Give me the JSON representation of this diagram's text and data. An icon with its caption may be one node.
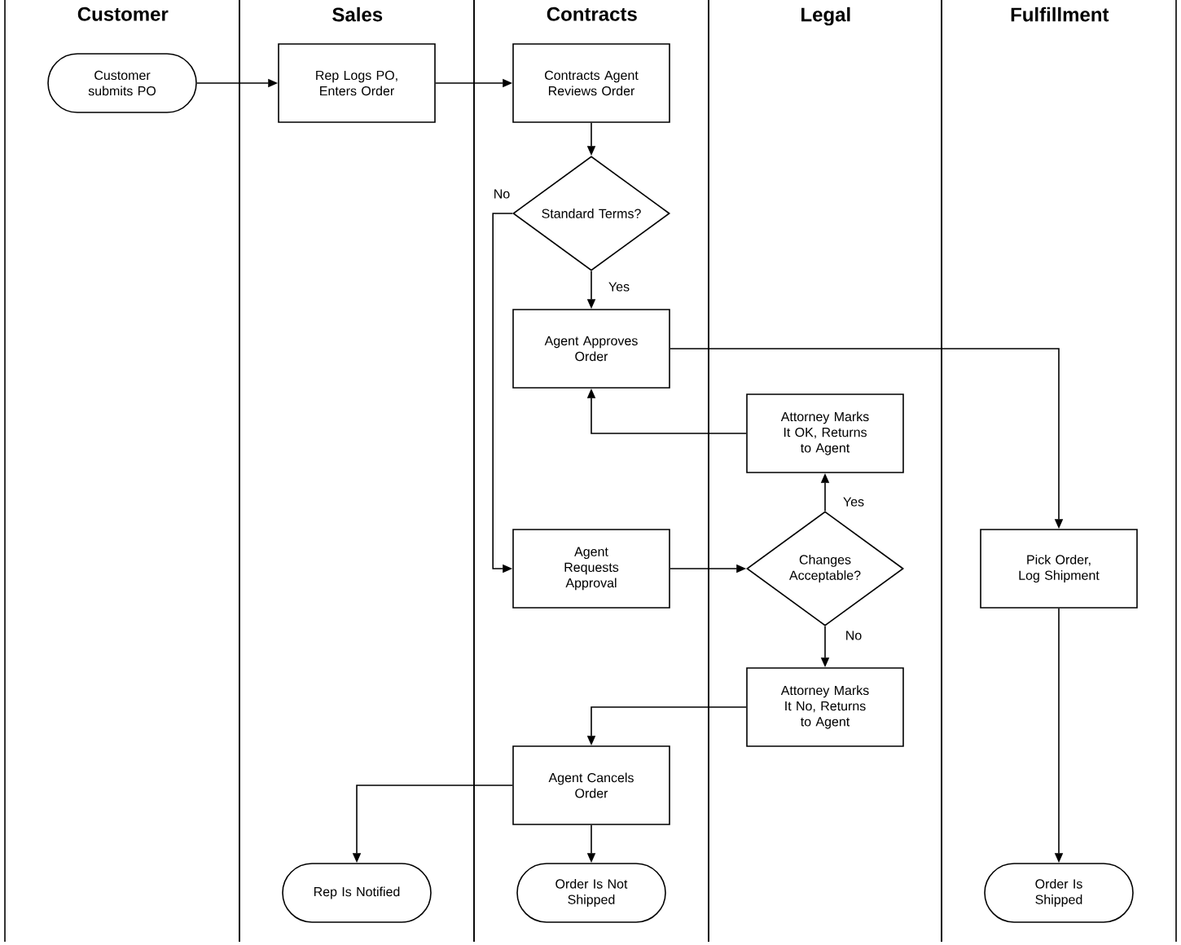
{
  "diagram": {
    "nodes": [
      {
        "text": [
          "Customer"
        ]
      },
      {
        "text": [
          "Sales"
        ]
      },
      {
        "text": [
          "Contracts"
        ]
      },
      {
        "text": [
          "Legal"
        ]
      },
      {
        "text": [
          "Fulfillment"
        ]
      },
      {
        "text": [
          "Customer submits PO"
        ],
        "in": 0
      },
      {
        "text": [
          "Rep Logs PO, Enters Order"
        ],
        "in": 1
      },
      {
        "text": [
          "Contracts Agent Reviews Order"
        ],
        "in": 2
      },
      {
        "text": [
          "Standard Terms?"
        ],
        "in": 2
      },
      {
        "text": [
          "Agent Approves Order"
        ],
        "in": 2
      },
      {
        "text": [
          "Attorney Marks It OK, Returns to Agent"
        ],
        "in": 3
      },
      {
        "text": [
          "Agent Requests Approval"
        ],
        "in": 2
      },
      {
        "text": [
          "Changes Acceptable?"
        ],
        "in": 3
      },
      {
        "text": [
          "Attorney Marks It No, Returns to Agent"
        ],
        "in": 3
      },
      {
        "text": [
          "Pick Order, Log Shipment"
        ],
        "in": 4
      },
      {
        "text": [
          "Agent Cancels Order"
        ],
        "in": 2
      },
      {
        "text": [
          "Rep Is Notified"
        ],
        "in": 1
      },
      {
        "text": [
          "Order Is Not Shipped"
        ],
        "in": 2
      },
      {
        "text": [
          "Order Is Shipped"
        ],
        "in": 4
      }
    ],
    "edges": [
      {
        "from": 5,
        "to": 6,
        "arrow": "to"
      },
      {
        "from": 6,
        "to": 7,
        "arrow": "to"
      },
      {
        "from": 7,
        "to": 8,
        "arrow": "to"
      },
      {
        "from": 8,
        "to": 9,
        "arrow": "to",
        "label": "Yes"
      },
      {
        "from": 8,
        "to": 11,
        "arrow": "to",
        "label": "No"
      },
      {
        "from": 9,
        "to": 14,
        "arrow": "to"
      },
      {
        "from": 10,
        "to": 9,
        "arrow": "to"
      },
      {
        "from": 11,
        "to": 12,
        "arrow": "to"
      },
      {
        "from": 12,
        "to": 10,
        "arrow": "to",
        "label": "Yes"
      },
      {
        "from": 12,
        "to": 13,
        "arrow": "to",
        "label": "No"
      },
      {
        "from": 13,
        "to": 15,
        "arrow": "to"
      },
      {
        "from": 15,
        "to": 16,
        "arrow": "to"
      },
      {
        "from": 15,
        "to": 17,
        "arrow": "to"
      },
      {
        "from": 14,
        "to": 18,
        "arrow": "to"
      }
    ]
  }
}
